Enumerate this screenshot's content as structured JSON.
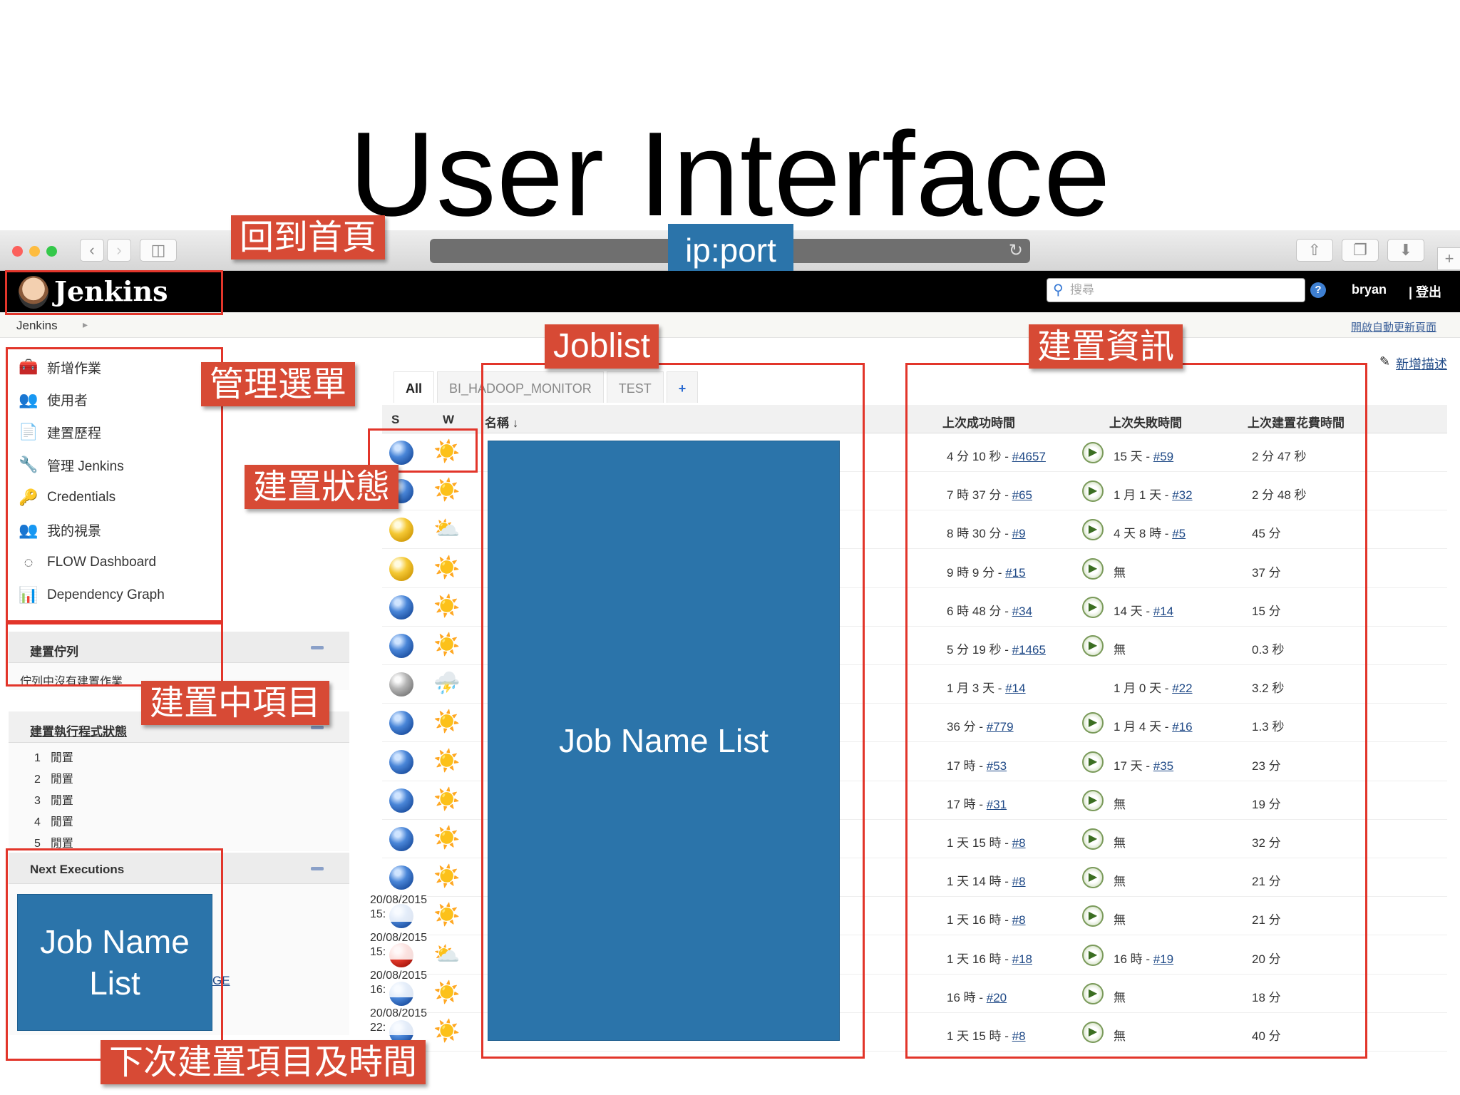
{
  "slide_title": "User Interface",
  "browser": {
    "url_label": "ip:port",
    "reload_icon": "reload-icon"
  },
  "jenkins": {
    "logo_text": "Jenkins",
    "search_placeholder": "搜尋",
    "help": "?",
    "user": "bryan",
    "logout": "| 登出",
    "breadcrumb": "Jenkins",
    "auto_refresh": "開啟自動更新頁面",
    "new_description": "新增描述"
  },
  "sidebar": {
    "items": [
      {
        "label": "新增作業",
        "icon": "new-job-icon"
      },
      {
        "label": "使用者",
        "icon": "users-icon"
      },
      {
        "label": "建置歷程",
        "icon": "build-history-icon"
      },
      {
        "label": "管理 Jenkins",
        "icon": "manage-icon"
      },
      {
        "label": "Credentials",
        "icon": "credentials-icon"
      },
      {
        "label": "我的視景",
        "icon": "my-views-icon"
      },
      {
        "label": "FLOW Dashboard",
        "icon": "flow-icon"
      },
      {
        "label": "Dependency Graph",
        "icon": "dependency-graph-icon"
      }
    ],
    "queue": {
      "title": "建置佇列",
      "empty": "佇列中沒有建置作業"
    },
    "executors": {
      "title": "建置執行程式狀態",
      "rows": [
        {
          "num": "1",
          "state": "閒置"
        },
        {
          "num": "2",
          "state": "閒置"
        },
        {
          "num": "3",
          "state": "閒置"
        },
        {
          "num": "4",
          "state": "閒置"
        },
        {
          "num": "5",
          "state": "閒置"
        }
      ]
    },
    "next_executions": {
      "title": "Next Executions",
      "dates": [
        {
          "date": "20/08/2015",
          "time": "15:"
        },
        {
          "date": "20/08/2015",
          "time": "15:"
        },
        {
          "date": "20/08/2015",
          "time": "16:"
        },
        {
          "date": "20/08/2015",
          "time": "22:"
        }
      ],
      "partial_text": "GE"
    }
  },
  "tabs": [
    {
      "label": "All",
      "active": true
    },
    {
      "label": "BI_HADOOP_MONITOR",
      "active": false
    },
    {
      "label": "TEST",
      "active": false
    },
    {
      "label": "+",
      "active": false
    }
  ],
  "table": {
    "headers": {
      "s": "S",
      "w": "W",
      "name": "名稱 ↓",
      "last_success": "上次成功時間",
      "last_failure": "上次失敗時間",
      "last_duration": "上次建置花費時間"
    },
    "rows": [
      {
        "status": "blue",
        "weather": "sunny",
        "ls": "4 分 10 秒 - ",
        "lsb": "#4657",
        "lf": "15 天 - ",
        "lfb": "#59",
        "dur": "2 分 47 秒",
        "schedule": true
      },
      {
        "status": "blue",
        "weather": "sunny",
        "ls": "7 時 37 分 - ",
        "lsb": "#65",
        "lf": "1 月 1 天 - ",
        "lfb": "#32",
        "dur": "2 分 48 秒",
        "schedule": true
      },
      {
        "status": "yellow",
        "weather": "partly-cloudy",
        "ls": "8 時 30 分 - ",
        "lsb": "#9",
        "lf": "4 天 8 時 - ",
        "lfb": "#5",
        "dur": "45 分",
        "schedule": true
      },
      {
        "status": "yellow",
        "weather": "sunny",
        "ls": "9 時 9 分 - ",
        "lsb": "#15",
        "lf": "無",
        "lfb": "",
        "dur": "37 分",
        "schedule": true
      },
      {
        "status": "blue",
        "weather": "sunny",
        "ls": "6 時 48 分 - ",
        "lsb": "#34",
        "lf": "14 天 - ",
        "lfb": "#14",
        "dur": "15 分",
        "schedule": true
      },
      {
        "status": "blue",
        "weather": "sunny",
        "ls": "5 分 19 秒 - ",
        "lsb": "#1465",
        "lf": "無",
        "lfb": "",
        "dur": "0.3 秒",
        "schedule": true
      },
      {
        "status": "grey",
        "weather": "storm",
        "ls": "1 月 3 天 - ",
        "lsb": "#14",
        "lf": "1 月 0 天 - ",
        "lfb": "#22",
        "dur": "3.2 秒",
        "schedule": false
      },
      {
        "status": "blue",
        "weather": "sunny",
        "ls": "36 分 - ",
        "lsb": "#779",
        "lf": "1 月 4 天 - ",
        "lfb": "#16",
        "dur": "1.3 秒",
        "schedule": true
      },
      {
        "status": "blue",
        "weather": "sunny",
        "ls": "17 時 - ",
        "lsb": "#53",
        "lf": "17 天 - ",
        "lfb": "#35",
        "dur": "23 分",
        "schedule": true
      },
      {
        "status": "blue",
        "weather": "sunny",
        "ls": "17 時 - ",
        "lsb": "#31",
        "lf": "無",
        "lfb": "",
        "dur": "19 分",
        "schedule": true
      },
      {
        "status": "blue",
        "weather": "sunny",
        "ls": "1 天 15 時 - ",
        "lsb": "#8",
        "lf": "無",
        "lfb": "",
        "dur": "32 分",
        "schedule": true
      },
      {
        "status": "blue",
        "weather": "sunny",
        "ls": "1 天 14 時 - ",
        "lsb": "#8",
        "lf": "無",
        "lfb": "",
        "dur": "21 分",
        "schedule": true
      },
      {
        "status": "blue",
        "weather": "sunny",
        "ls": "1 天 16 時 - ",
        "lsb": "#8",
        "lf": "無",
        "lfb": "",
        "dur": "21 分",
        "schedule": true
      },
      {
        "status": "red",
        "weather": "partly-cloudy",
        "ls": "1 天 16 時 - ",
        "lsb": "#18",
        "lf": "16 時 - ",
        "lfb": "#19",
        "dur": "20 分",
        "schedule": true
      },
      {
        "status": "blue",
        "weather": "sunny",
        "ls": "16 時 - ",
        "lsb": "#20",
        "lf": "無",
        "lfb": "",
        "dur": "18 分",
        "schedule": true
      },
      {
        "status": "blue",
        "weather": "sunny",
        "ls": "1 天 15 時 - ",
        "lsb": "#8",
        "lf": "無",
        "lfb": "",
        "dur": "40 分",
        "schedule": true
      }
    ]
  },
  "overlays": {
    "job_name_list_main": "Job Name List",
    "job_name_list_side_1": "Job Name",
    "job_name_list_side_2": "List"
  },
  "callouts": {
    "home": "回到首頁",
    "menu": "管理選單",
    "build_status": "建置狀態",
    "in_progress": "建置中項目",
    "next": "下次建置項目及時間",
    "joblist": "Joblist",
    "build_info": "建置資訊"
  },
  "colors": {
    "callout": "#d74a35",
    "outline": "#e2352a",
    "overlay_blue": "#2b74aa",
    "header_black": "#000000"
  }
}
